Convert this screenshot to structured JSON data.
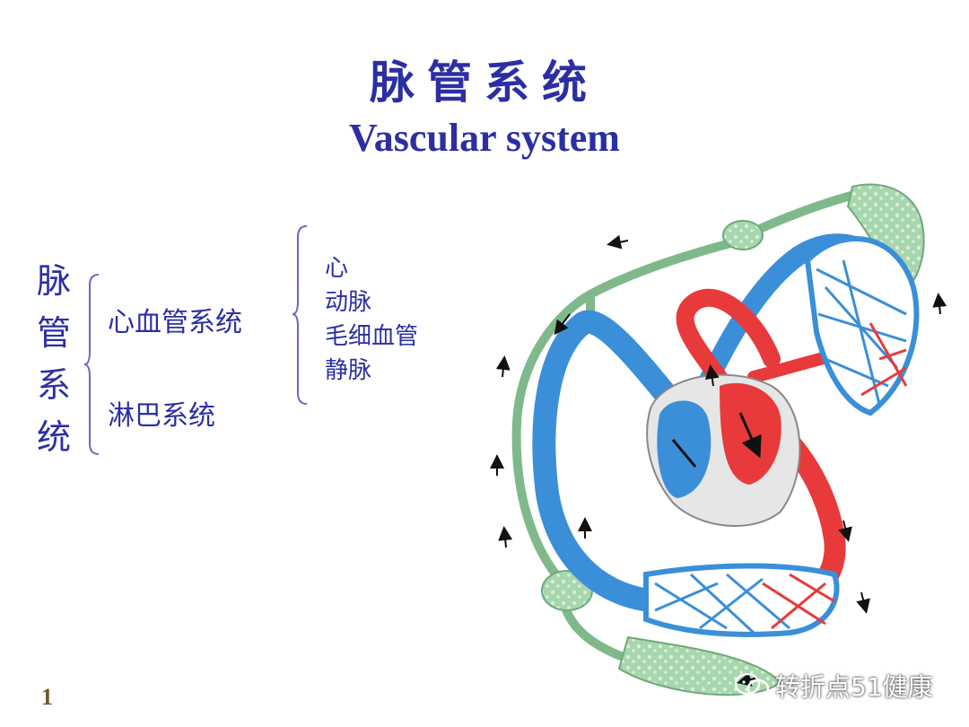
{
  "title": {
    "chinese": "脉管系统",
    "english": "Vascular system"
  },
  "tree": {
    "root": "脉管系统",
    "branches": [
      {
        "label": "心血管系统",
        "children": [
          "心",
          "动脉",
          "毛细血管",
          "静脉"
        ]
      },
      {
        "label": "淋巴系统"
      }
    ]
  },
  "diagram": {
    "arterial_color": "#e83a3a",
    "venous_color": "#3a8fd8",
    "lymph_color": "#8fc89a",
    "icon": "circulatory-system-illustration"
  },
  "page_number": "1",
  "watermark": {
    "text": "转折点51健康",
    "icon": "wechat-icon"
  }
}
